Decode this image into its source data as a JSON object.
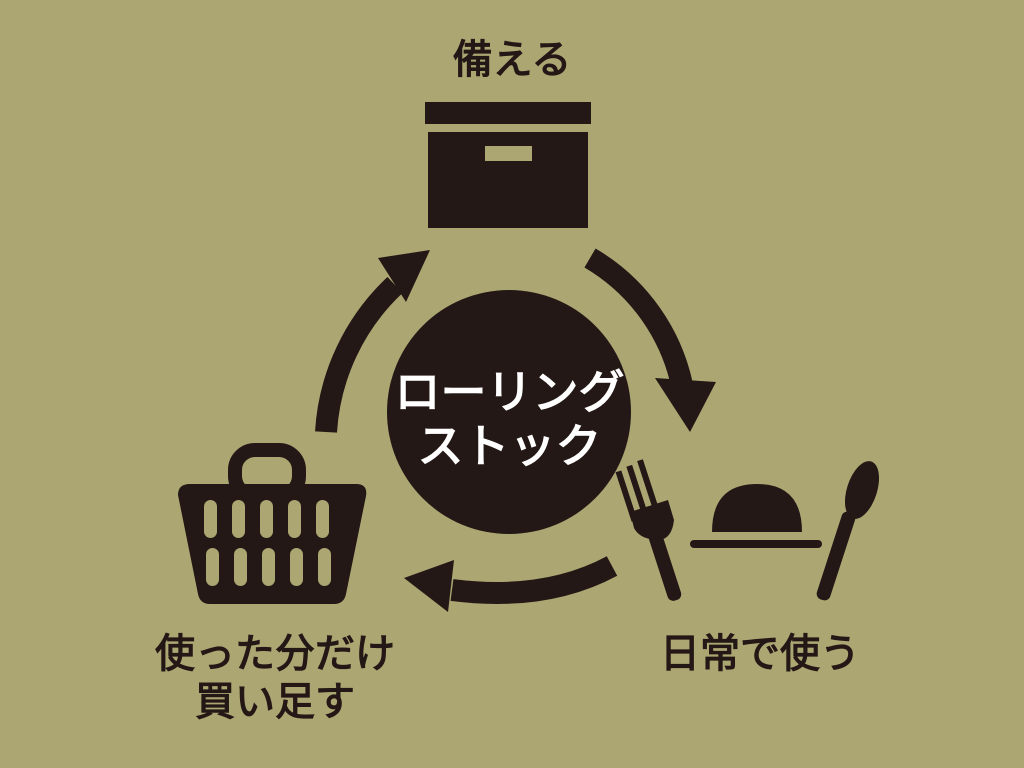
{
  "center": {
    "line1": "ローリング",
    "line2": "ストック"
  },
  "stages": {
    "prepare": "備える",
    "use": "日常で使う",
    "replenish_line1": "使った分だけ",
    "replenish_line2": "買い足す"
  },
  "icons": {
    "prepare": "storage-box-icon",
    "use": "meal-with-fork-and-spoon-icon",
    "replenish": "shopping-basket-icon"
  },
  "colors": {
    "background": "#aca673",
    "ink": "#231815",
    "center_text": "#ffffff"
  }
}
